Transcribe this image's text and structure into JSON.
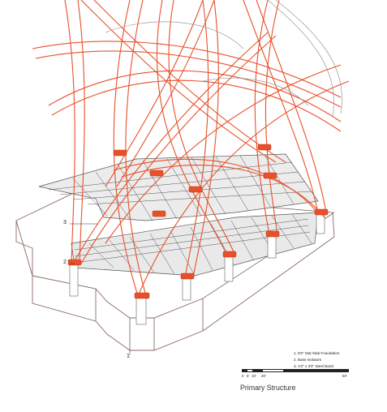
{
  "labels": {
    "level_1": "1",
    "level_2": "2",
    "level_3": "3"
  },
  "legend": {
    "item_1": "1. 8'0\" Mat Slab Foundation",
    "item_2": "2. Base Isolators",
    "item_3": "3. 1'0\" x 3'0\" Steel Band"
  },
  "scale": {
    "ticks": [
      "0",
      "5'",
      "10'",
      "20'",
      "50'"
    ]
  },
  "caption": "Primary Structure",
  "colors": {
    "structure": "#e8502a",
    "isolator": "#e8502a",
    "linework": "#666666",
    "background": "#ffffff"
  }
}
